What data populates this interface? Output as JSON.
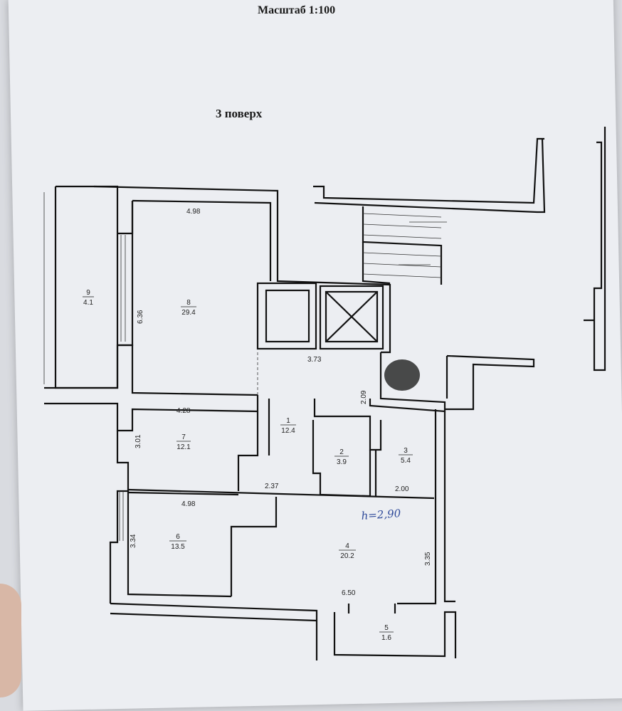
{
  "header": {
    "scale": "Масштаб 1:100",
    "floor": "3 поверх"
  },
  "dimensions": {
    "d_498_top": "4.98",
    "d_636": "6.36",
    "d_373": "3.73",
    "d_209": "2.09",
    "d_428": "4.28",
    "d_301": "3.01",
    "d_237": "2.37",
    "d_200": "2.00",
    "d_498_bottom": "4.98",
    "d_334": "3.34",
    "d_335": "3.35",
    "d_650": "6.50"
  },
  "rooms": [
    {
      "num": "1",
      "area": "12.4"
    },
    {
      "num": "2",
      "area": "3.9"
    },
    {
      "num": "3",
      "area": "5.4"
    },
    {
      "num": "4",
      "area": "20.2"
    },
    {
      "num": "5",
      "area": "1.6"
    },
    {
      "num": "6",
      "area": "13.5"
    },
    {
      "num": "7",
      "area": "12.1"
    },
    {
      "num": "8",
      "area": "29.4"
    },
    {
      "num": "9",
      "area": "4.1"
    }
  ],
  "annotation": {
    "height_note": "h=2,90"
  }
}
